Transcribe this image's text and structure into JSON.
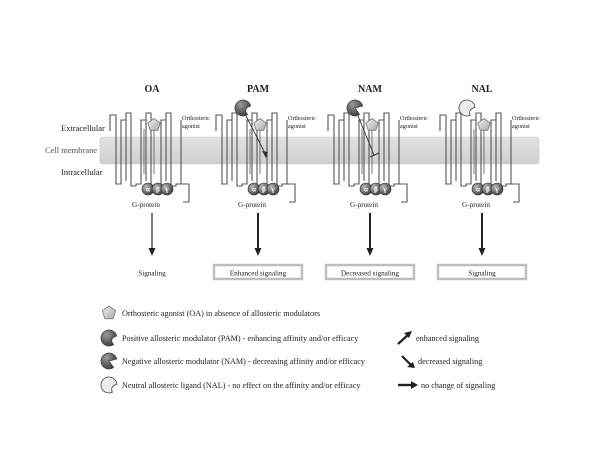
{
  "membrane_labels": {
    "extracellular": "Extracellular",
    "cell_membrane": "Cell membrane",
    "intracellular": "Intracellular"
  },
  "panels": [
    {
      "title": "OA",
      "agonist_label": "Orthosteric\nagonist",
      "gprotein_label": "G-protein",
      "signaling_label": "Signaling",
      "signal_boxed": false,
      "modulator": "none"
    },
    {
      "title": "PAM",
      "agonist_label": "Orthosteric\nagonist",
      "gprotein_label": "G-protein",
      "signaling_label": "Enhanced signaling",
      "signal_boxed": true,
      "modulator": "pam"
    },
    {
      "title": "NAM",
      "agonist_label": "Orthosteric\nagonist",
      "gprotein_label": "G-protein",
      "signaling_label": "Decreased signaling",
      "signal_boxed": true,
      "modulator": "nam"
    },
    {
      "title": "NAL",
      "agonist_label": "Orthosteric\nagonist",
      "gprotein_label": "G-protein",
      "signaling_label": "Signaling",
      "signal_boxed": true,
      "modulator": "nal"
    }
  ],
  "gprotein_subunits": [
    "α",
    "β",
    "γ"
  ],
  "legend": [
    {
      "icon": "pentagon",
      "text": "Orthosteric agonist (OA) in absence of allosteric modulators",
      "arrow": "",
      "result": ""
    },
    {
      "icon": "pam",
      "text": "Positive allosteric modulator (PAM) - enhancing affinity and/or efficacy",
      "arrow": "up",
      "result": "enhanced signaling"
    },
    {
      "icon": "nam",
      "text": "Negative allosteric modulator (NAM) - decreasing affinity and/or efficacy",
      "arrow": "down",
      "result": "decreased signaling"
    },
    {
      "icon": "nal",
      "text": "Neutral allosteric ligand (NAL) - no effect on the affinity and/or efficacy",
      "arrow": "right",
      "result": "no change of  signaling"
    }
  ],
  "colors": {
    "membrane": "#d9d9d9",
    "receptor_stroke": "#555555",
    "ligand_dark": "#5a5a5a",
    "ligand_light": "#e8e8e8",
    "text": "#222222"
  }
}
